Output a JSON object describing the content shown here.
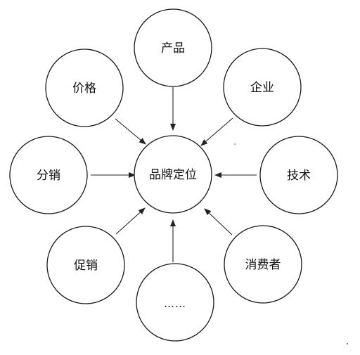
{
  "diagram": {
    "center": {
      "label": "品牌定位"
    },
    "nodes": {
      "top": {
        "label": "产品"
      },
      "top_left": {
        "label": "价格"
      },
      "top_right": {
        "label": "企业"
      },
      "left": {
        "label": "分销"
      },
      "right": {
        "label": "技术"
      },
      "bottom_left": {
        "label": "促销"
      },
      "bottom_right": {
        "label": "消费者"
      },
      "bottom": {
        "label": "……"
      }
    }
  }
}
